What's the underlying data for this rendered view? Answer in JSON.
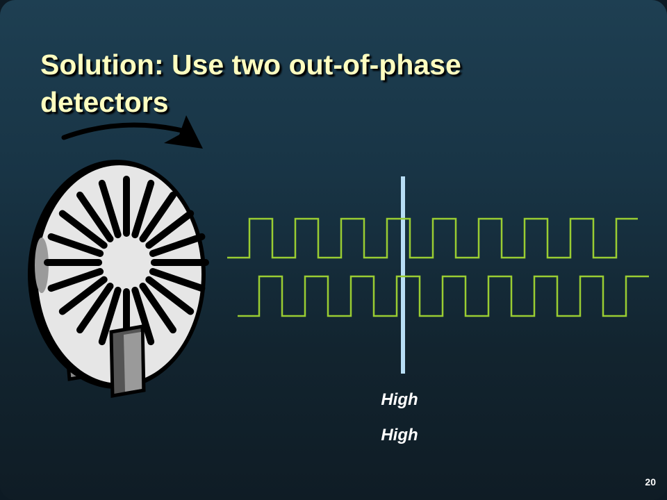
{
  "slide": {
    "title_line1": "Solution: Use two out-of-phase",
    "title_line2": "detectors",
    "labels": {
      "detector_a": "High",
      "detector_b": "High"
    },
    "page_number": "20"
  },
  "colors": {
    "title": "#ffffc0",
    "signal": "#9acd32",
    "cursor": "#b8def5",
    "text": "#ffffff"
  },
  "icons": [
    "rotation-arrow-icon",
    "encoder-disk-icon",
    "sensor-block-icon"
  ]
}
